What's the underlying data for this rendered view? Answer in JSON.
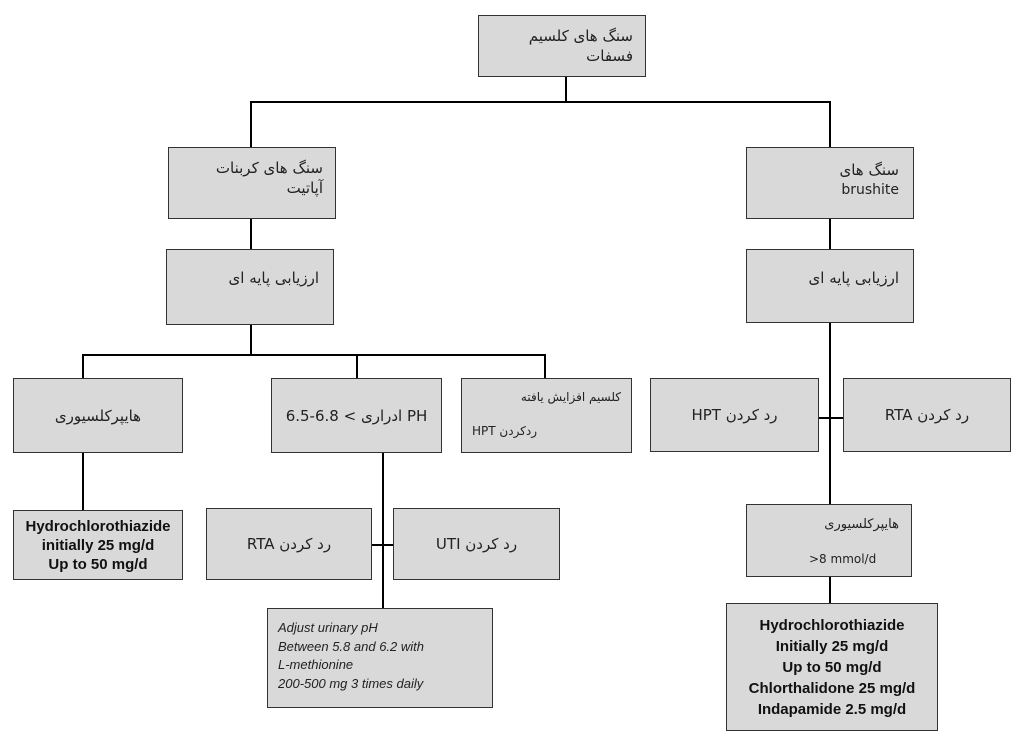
{
  "colors": {
    "box_fill": "#d9d9d9",
    "box_border": "#333333",
    "connector": "#000000"
  },
  "root": {
    "line1": "سنگ های کلسیم",
    "line2": "فسفات"
  },
  "left": {
    "title_line1": "سنگ های کربنات",
    "title_line2": "آپاتیت",
    "eval": "ارزیابی پایه ای",
    "hypercalciuria": "هایپرکلسیوری",
    "hydro": [
      "Hydrochlorothiazide",
      "initially 25 mg/d",
      "Up to 50 mg/d"
    ],
    "ph": {
      "prefix": "PH ادراری",
      "suffix": "6.5-6.8 <"
    },
    "calcium": {
      "line1": "کلسیم افزایش یافته",
      "line2": "ردکردن HPT"
    },
    "rta": "رد کردن RTA",
    "uti": "رد کردن UTI",
    "adjust": [
      "Adjust urinary pH",
      "Between 5.8 and 6.2 with",
      "L-methionine",
      "200-500 mg 3 times daily"
    ]
  },
  "right": {
    "title_line1": "سنگ های",
    "title_line2": "brushite",
    "eval": "ارزیابی پایه ای",
    "hpt": "رد کردن HPT",
    "rta": "رد کردن RTA",
    "hypercalciuria": {
      "line1": "هایپرکلسیوری",
      "line2": ">8 mmol/d"
    },
    "drugs": [
      "Hydrochlorothiazide",
      "Initially 25 mg/d",
      "Up to 50 mg/d",
      "Chlorthalidone 25 mg/d",
      "Indapamide 2.5 mg/d"
    ]
  }
}
